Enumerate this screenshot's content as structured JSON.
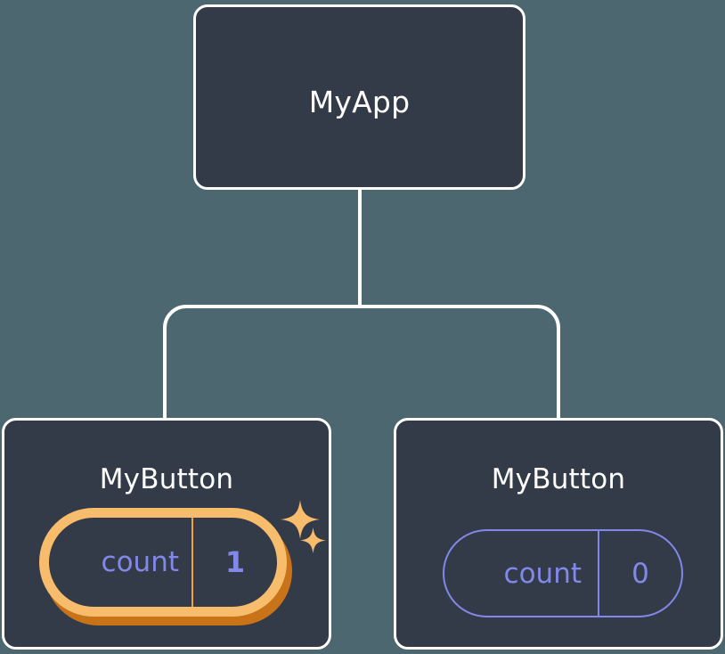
{
  "diagram": {
    "type": "component-tree",
    "background_color": "#4c6770",
    "node_fill_color": "#343b48",
    "node_border_color": "#ffffff",
    "connector_color": "#ffffff",
    "state_color": "#8188e8",
    "highlight_color": "#f8bd6c",
    "highlight_shadow_color": "#c87318",
    "title_color": "#ffffff"
  },
  "root": {
    "label": "MyApp"
  },
  "children": [
    {
      "label": "MyButton",
      "state": {
        "key": "count",
        "value": "1"
      },
      "highlighted": true,
      "sparkles": [
        {
          "name": "sparkle-large"
        },
        {
          "name": "sparkle-small"
        }
      ]
    },
    {
      "label": "MyButton",
      "state": {
        "key": "count",
        "value": "0"
      },
      "highlighted": false
    }
  ],
  "edges": [
    {
      "from": "MyApp",
      "to": "MyButton (left)"
    },
    {
      "from": "MyApp",
      "to": "MyButton (right)"
    }
  ]
}
